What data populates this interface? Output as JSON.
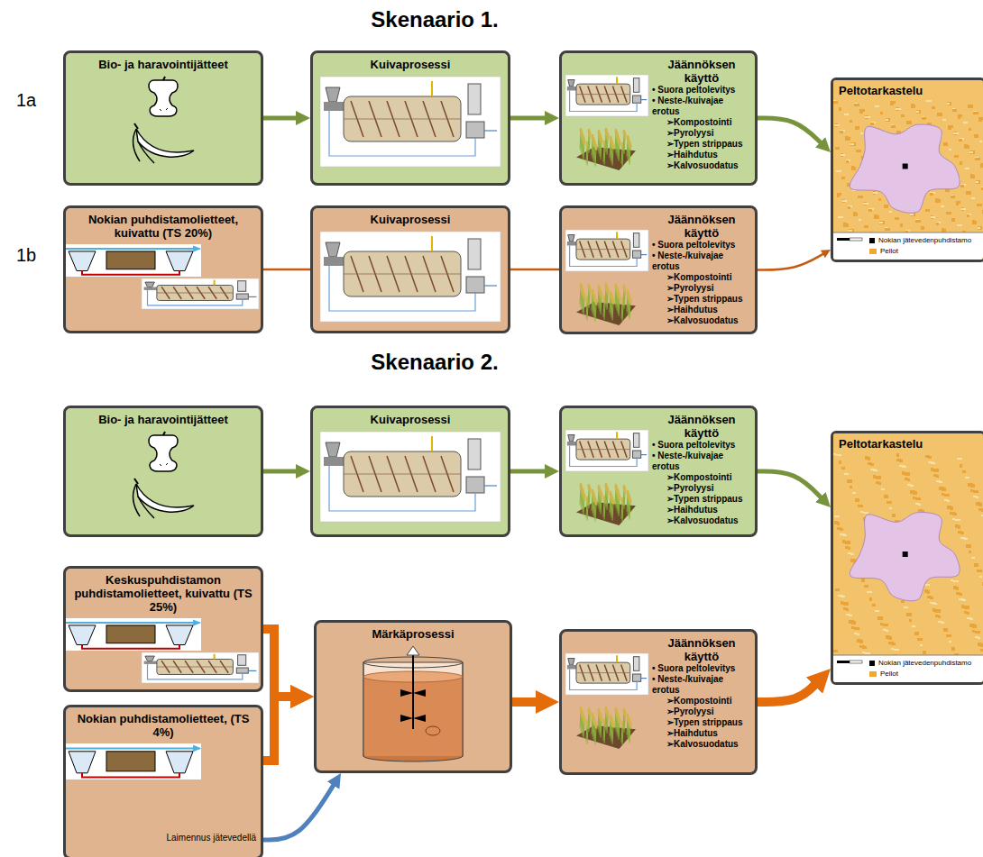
{
  "diagram": {
    "nodes": [
      {
        "text": [
          "Bio- ja haravointijätteet"
        ]
      },
      {
        "text": [
          "Kuivaprosessi"
        ]
      },
      {
        "text": [
          "Jäännöksen käyttö",
          "• Suora peltolevitys",
          "• Neste-/kuivajae erotus",
          "➢Kompostointi",
          "➢Pyrolyysi",
          "➢Typen strippaus",
          "➢Haihdutus",
          "➢Kalvosuodatus"
        ]
      },
      {
        "text": [
          "Peltotarkastelu"
        ]
      },
      {
        "text": [
          "Nokian puhdistamolietteet, kuivattu (TS 20%)"
        ]
      },
      {
        "text": [
          "Kuivaprosessi"
        ]
      },
      {
        "text": [
          "Jäännöksen käyttö",
          "• Suora peltolevitys",
          "• Neste-/kuivajae erotus",
          "➢Kompostointi",
          "➢Pyrolyysi",
          "➢Typen strippaus",
          "➢Haihdutus",
          "➢Kalvosuodatus"
        ]
      },
      {
        "text": [
          "Bio- ja haravointijätteet"
        ]
      },
      {
        "text": [
          "Kuivaprosessi"
        ]
      },
      {
        "text": [
          "Jäännöksen käyttö",
          "• Suora peltolevitys",
          "• Neste-/kuivajae erotus",
          "➢Kompostointi",
          "➢Pyrolyysi",
          "➢Typen strippaus",
          "➢Haihdutus",
          "➢Kalvosuodatus"
        ]
      },
      {
        "text": [
          "Peltotarkastelu"
        ]
      },
      {
        "text": [
          "Keskuspuhdistamon puhdistamolietteet, kuivattu (TS 25%)"
        ]
      },
      {
        "text": [
          "Märkäprosessi"
        ]
      },
      {
        "text": [
          "Jäännöksen käyttö",
          "• Suora peltolevitys",
          "• Neste-/kuivajae erotus",
          "➢Kompostointi",
          "➢Pyrolyysi",
          "➢Typen strippaus",
          "➢Haihdutus",
          "➢Kalvosuodatus"
        ]
      },
      {
        "text": [
          "Nokian puhdistamolietteet, (TS 4%)"
        ]
      }
    ],
    "edges": [
      {
        "from": 0,
        "to": 1,
        "arrow": "to"
      },
      {
        "from": 1,
        "to": 2,
        "arrow": "to"
      },
      {
        "from": 2,
        "to": 3,
        "arrow": "to"
      },
      {
        "from": 4,
        "to": 5,
        "arrow": "none"
      },
      {
        "from": 5,
        "to": 6,
        "arrow": "none"
      },
      {
        "from": 6,
        "to": 3,
        "arrow": "to"
      },
      {
        "from": 7,
        "to": 8,
        "arrow": "to"
      },
      {
        "from": 8,
        "to": 9,
        "arrow": "to"
      },
      {
        "from": 9,
        "to": 10,
        "arrow": "to"
      },
      {
        "from": 11,
        "to": 12,
        "arrow": "to"
      },
      {
        "from": 14,
        "to": 12,
        "arrow": "to"
      },
      {
        "from": 14,
        "to": 12,
        "arrow": "to",
        "label": "Laimennus jätevedellä"
      },
      {
        "from": 12,
        "to": 13,
        "arrow": "to"
      },
      {
        "from": 13,
        "to": 10,
        "arrow": "to"
      }
    ],
    "labels": [
      "Skenaario 1.",
      "1a",
      "1b",
      "Skenaario 2."
    ],
    "legend": [
      {
        "text": "Nokian jätevedenpuhdistamo"
      },
      {
        "text": "Pellot",
        "color": "#f0a830"
      },
      {
        "text": "Nokian jätevedenpuhdistamo"
      },
      {
        "text": "Pellot",
        "color": "#f0a830"
      }
    ]
  }
}
